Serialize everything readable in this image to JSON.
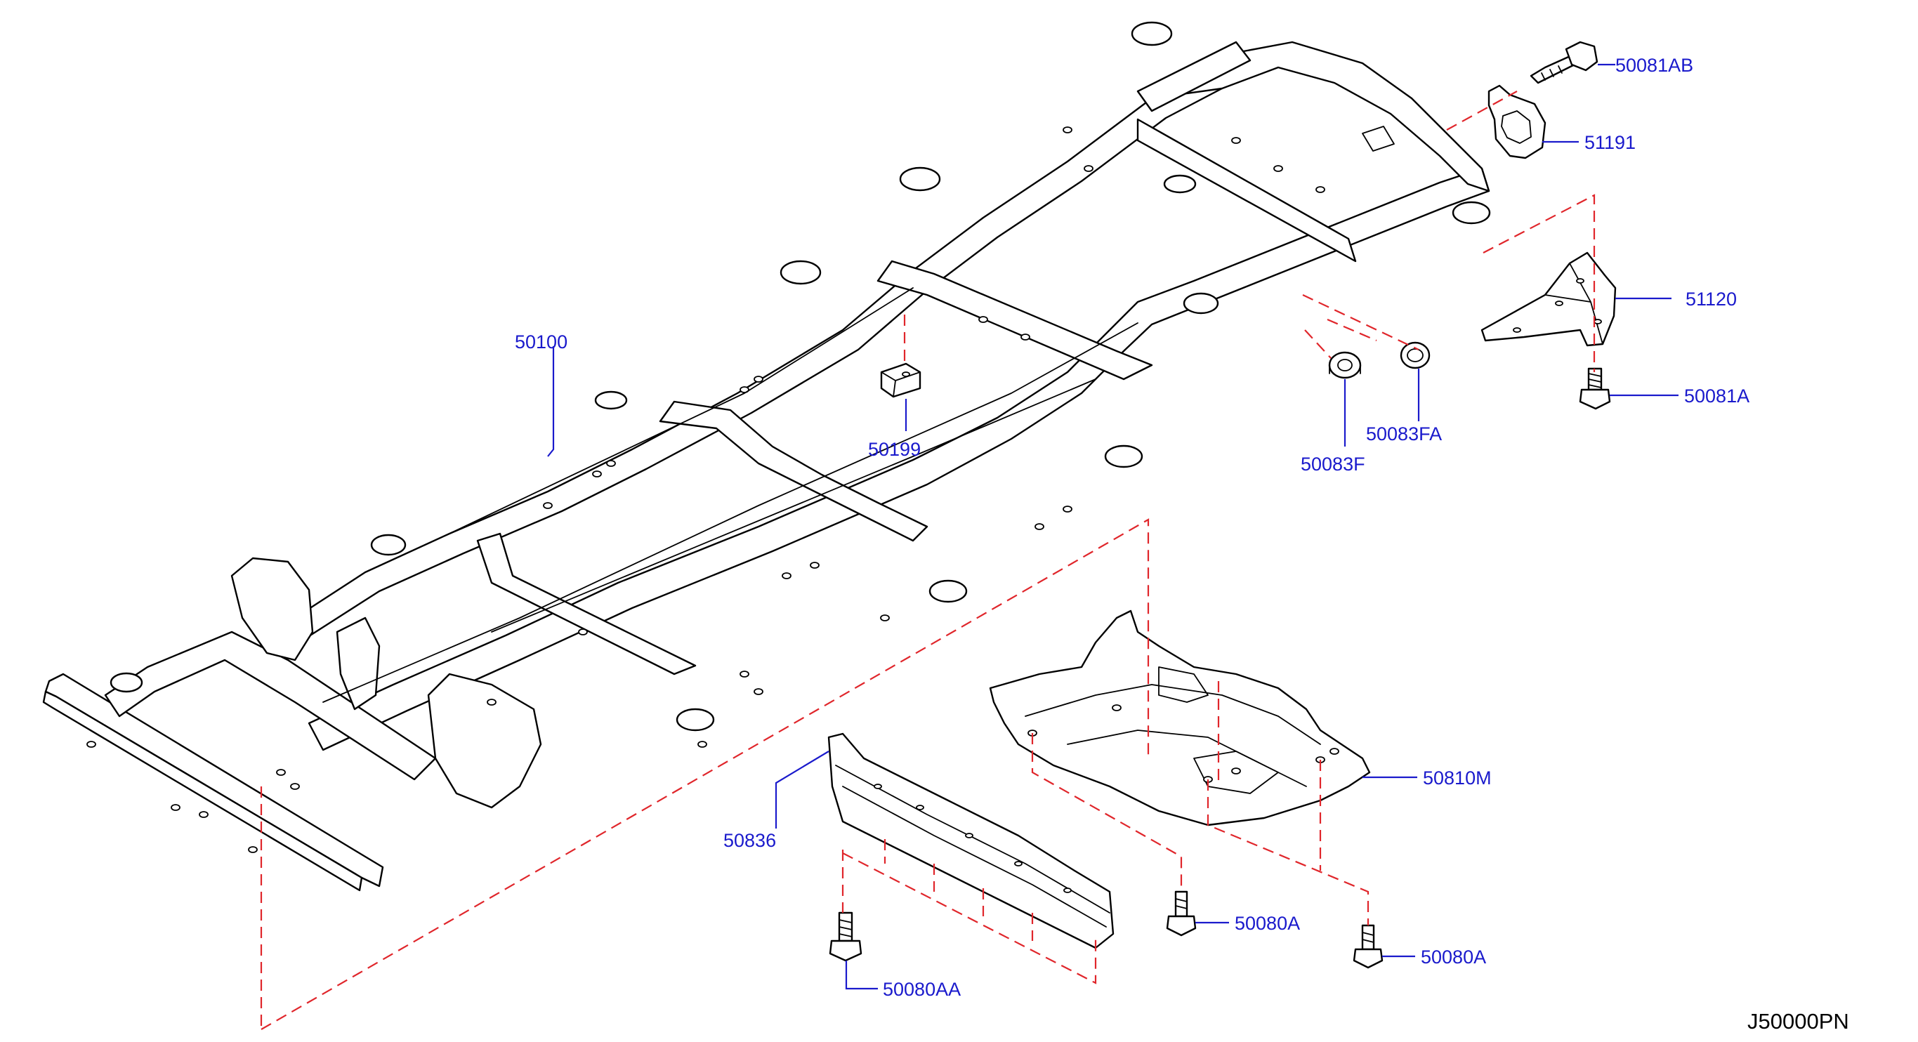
{
  "colors": {
    "linework": "#000000",
    "callout_text": "#1a1acc",
    "leader_line": "#1a1acc",
    "dashed_guide": "#e0262b",
    "background": "#ffffff"
  },
  "callouts": {
    "frame": "50100",
    "frame_bracket": "50199",
    "bolt_top": "50081AB",
    "plate": "51191",
    "mount_bracket": "51120",
    "bolt_bracket": "50081A",
    "bushing_f": "50083F",
    "bushing_fa": "50083FA",
    "skid_plate": "50810M",
    "cross_guard": "50836",
    "bolt_guard": "50080AA",
    "bolt_skid_left": "50080A",
    "bolt_skid_right": "50080A"
  },
  "diagram_code": "J50000PN"
}
